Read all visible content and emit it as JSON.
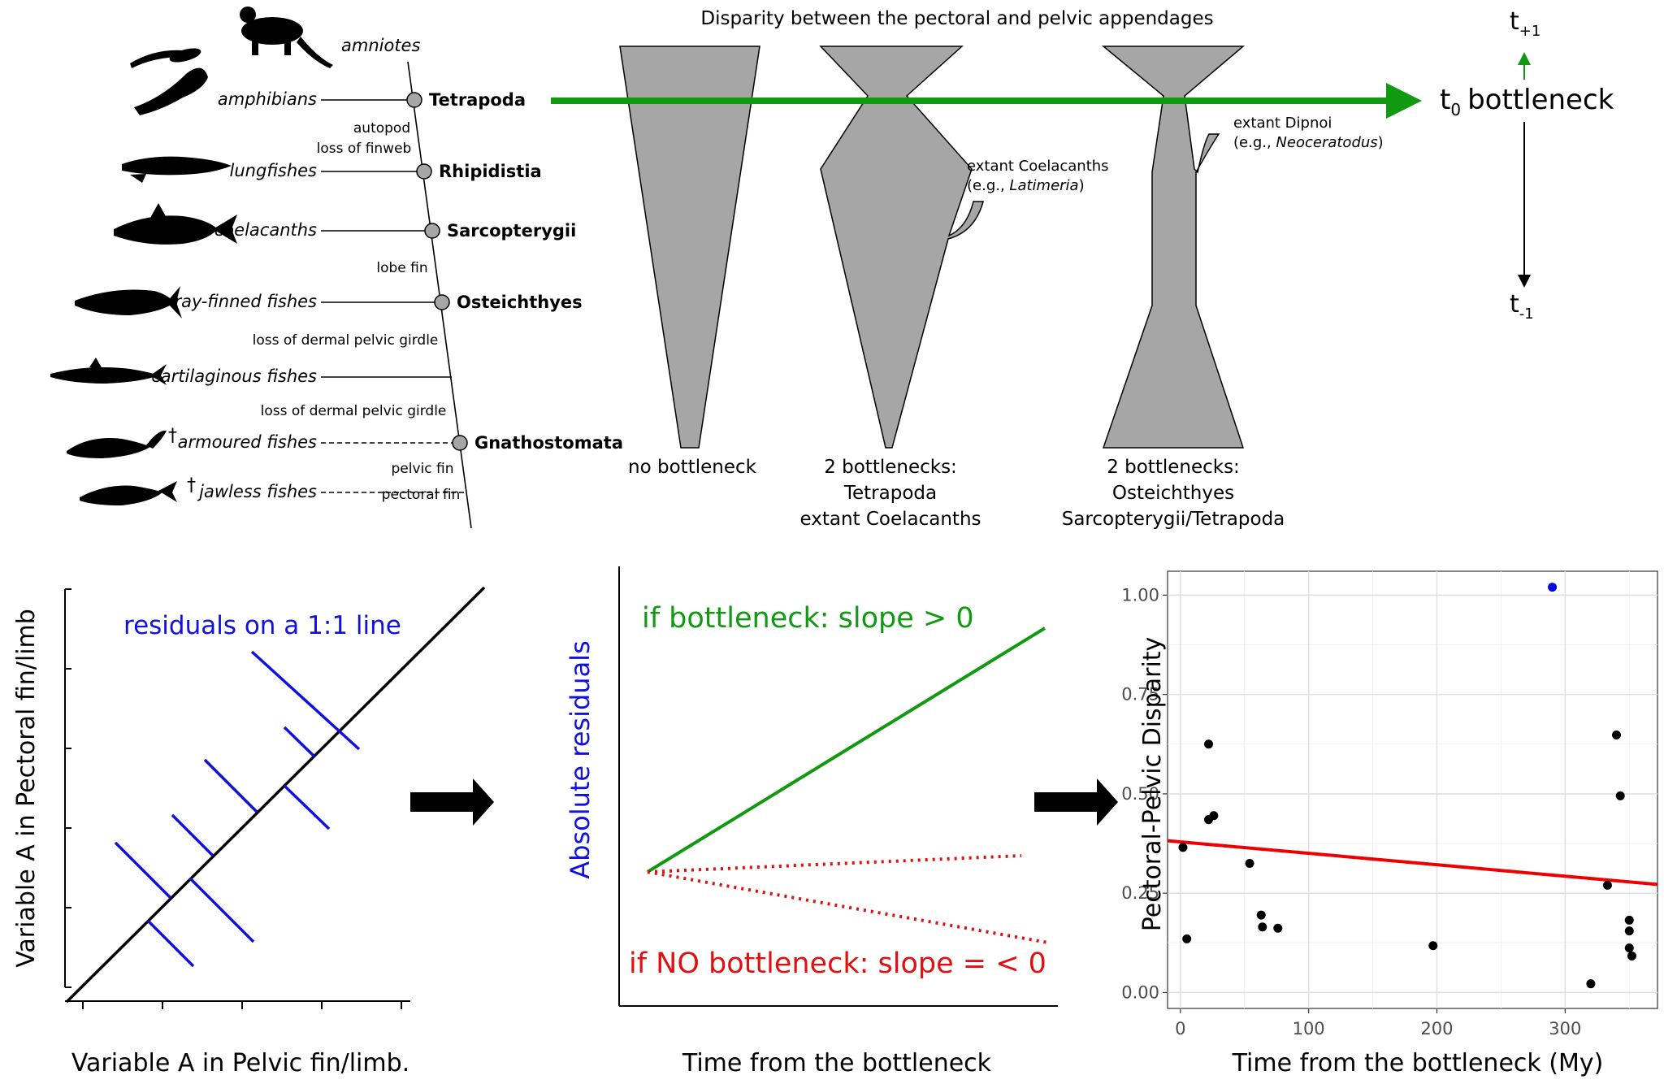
{
  "phylogeny": {
    "taxa": [
      {
        "label": "amniotes",
        "extinct": false
      },
      {
        "label": "amphibians",
        "extinct": false
      },
      {
        "label": "lungfishes",
        "extinct": false
      },
      {
        "label": "coelacanths",
        "extinct": false
      },
      {
        "label": "ray-finned fishes",
        "extinct": false
      },
      {
        "label": "cartilaginous fishes",
        "extinct": false
      },
      {
        "label": "armoured fishes",
        "extinct": true
      },
      {
        "label": "jawless fishes",
        "extinct": true
      }
    ],
    "dagger": "†",
    "nodes": [
      "Tetrapoda",
      "Rhipidistia",
      "Sarcopterygii",
      "Osteichthyes",
      "Gnathostomata"
    ],
    "events": {
      "autopod": "autopod",
      "loss_finweb": "loss of finweb",
      "lobe_fin": "lobe fin",
      "loss_dermal_1": "loss of dermal pelvic girdle",
      "loss_dermal_2": "loss of dermal pelvic girdle",
      "pelvic_fin": "pelvic fin",
      "pectoral_fin": "pectoral fin"
    }
  },
  "disparity_panel": {
    "title": "Disparity between the pectoral and pelvic appendages",
    "arrow_color": "#119a11",
    "shape_fill": "#a6a6a6",
    "bottleneck_label": "bottleneck",
    "t0": {
      "base": "t",
      "sub": "0"
    },
    "t_plus": {
      "base": "t",
      "sub": "+1"
    },
    "t_minus": {
      "base": "t",
      "sub": "-1"
    },
    "scenarios": [
      {
        "lines": [
          "no bottleneck"
        ]
      },
      {
        "lines": [
          "2 bottlenecks:",
          "Tetrapoda",
          "extant Coelacanths"
        ]
      },
      {
        "lines": [
          "2 bottlenecks:",
          "Osteichthyes",
          "Sarcopterygii/Tetrapoda"
        ]
      }
    ],
    "coelacanth_note": {
      "line1": "extant Coelacanths",
      "prefix": "(e.g., ",
      "genus": "Latimeria",
      "suffix": ")"
    },
    "dipnoi_note": {
      "line1": "extant Dipnoi",
      "prefix": "(e.g., ",
      "genus": "Neoceratodus",
      "suffix": ")"
    }
  },
  "residual_panel": {
    "ylabel": "Variable A in Pectoral fin/limb",
    "xlabel": "Variable A in Pelvic fin/limb.",
    "annotation": "residuals on a 1:1 line",
    "residual_color": "#1010e0"
  },
  "slope_panel": {
    "ylabel": "Absolute residuals",
    "xlabel": "Time from the bottleneck",
    "green_label": "if bottleneck: slope > 0",
    "red_label": "if NO bottleneck: slope = < 0",
    "green_color": "#119a11",
    "red_color": "#e01010",
    "ylabel_color": "#1010e0"
  },
  "chart_data": {
    "type": "scatter",
    "xlabel": "Time from the bottleneck (My)",
    "ylabel": "Pectoral-Pelvic Disparity",
    "xlim": [
      -10,
      372
    ],
    "ylim": [
      -0.04,
      1.06
    ],
    "xticks": [
      0,
      100,
      200,
      300
    ],
    "xtick_labels": [
      "0",
      "100",
      "200",
      "300"
    ],
    "yticks": [
      0.0,
      0.25,
      0.5,
      0.75,
      1.0
    ],
    "ytick_labels": [
      "0.00",
      "0.25",
      "0.50",
      "0.75",
      "1.00"
    ],
    "grid": true,
    "series": [
      {
        "color": "#000000",
        "points": [
          [
            2,
            0.365
          ],
          [
            5,
            0.135
          ],
          [
            22,
            0.625
          ],
          [
            22,
            0.435
          ],
          [
            26,
            0.445
          ],
          [
            54,
            0.325
          ],
          [
            63,
            0.195
          ],
          [
            64,
            0.165
          ],
          [
            76,
            0.162
          ],
          [
            197,
            0.118
          ],
          [
            320,
            0.022
          ],
          [
            333,
            0.27
          ],
          [
            340,
            0.648
          ],
          [
            343,
            0.495
          ],
          [
            350,
            0.182
          ],
          [
            350,
            0.155
          ],
          [
            350,
            0.112
          ],
          [
            352,
            0.092
          ]
        ]
      },
      {
        "color": "#0000ee",
        "points": [
          [
            290,
            1.02
          ]
        ]
      }
    ],
    "trend": {
      "color": "#ee0000",
      "x": [
        -10,
        372
      ],
      "y": [
        0.382,
        0.272
      ]
    }
  }
}
